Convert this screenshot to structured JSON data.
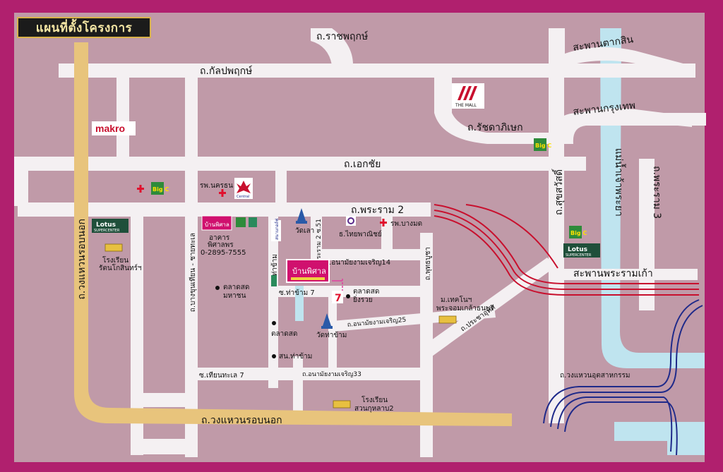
{
  "title": "แผนที่ตั้งโครงการ",
  "colors": {
    "frame": "#b0206e",
    "land": "#c09aa8",
    "road": "#f4f0f2",
    "ring_road": "#e8c47c",
    "river": "#bfe4ef",
    "rail_red": "#c8102e",
    "rail_blue": "#1f2a8a"
  },
  "roads": {
    "ratchaphruek": "ถ.ราชพฤกษ์",
    "kanlapaphruek": "ถ.กัลปพฤกษ์",
    "ratchadaphisek": "ถ.รัชดาภิเษก",
    "ekkachai": "ถ.เอกชัย",
    "rama2": "ถ.พระราม 2",
    "suksawat": "ถ.สุขสวัสดิ์",
    "rama3": "ถ.พระราม 3",
    "outer_ring_vertical": "ถ.วงแหวนรอบนอก",
    "outer_ring_horizontal": "ถ.วงแหวนรอบนอก",
    "bang_khun_thian": "ถ.บางขุนเทียน - ชายทะเล",
    "tha_kham": "ถ.ท่าข้าม",
    "phutthabucha": "ถ.พุทธบูชา",
    "pracha_uthit": "ถ.ประชาอุทิศ",
    "anamai14": "ถ.อนามัยงามเจริญ14",
    "anamai25": "ถ.อนามัยงามเจริญ25",
    "anamai33": "ถ.อนามัยงามเจริญ33",
    "soi_thakham7": "ซ.ท่าข้าม 7",
    "soi_thian7": "ซ.เทียนทะเล 7",
    "rama2_soi51": "พระราม 2 ซ.51",
    "wongwaen_utsahakam": "ถ.วงแหวนอุตสาหกรรม",
    "sanphan_taksin": "สะพานตากสิน",
    "sanphan_krungthep": "สะพานกรุงเทพ",
    "sanphan_rama_kao": "สะพานพระรามเก้า",
    "river": "แม่น้ำเจ้าพระยา"
  },
  "places": {
    "makro": "makro",
    "the_mall": "THE MALL",
    "big_c": "Big C",
    "lotus_brand": "Lotus",
    "lotus_sub": "SUPERCENTER",
    "central": "Central",
    "hosp_nakhon": "รพ.นครธน",
    "hosp_bangmod": "รพ.บางมด",
    "wat_lao": "วัดเลา",
    "wat_thakham": "วัดท่าข้าม",
    "thai_bank": "ธ.ไทยพาณิชย์",
    "market_mahachon": "ตลาดสด\nมหาชน",
    "market_yingruay": "ตลาดสด\nยิ่งรวย",
    "market": "ตลาดสด",
    "police": "สน.ท่าข้าม",
    "school_rattanakosin": "โรงเรียน\nรัตนโกสินทร์ฯ",
    "school_suankularb": "โรงเรียน\nสวนกุหลาบ2",
    "kmutt": "ม.เทคโนฯ\nพระจอมเกล้าธนบุรี",
    "building_name": "อาคาร\nพิศาลพร",
    "building_phone": "0-2895-7555",
    "project_brand": "บ้านพิศาล",
    "seven_eleven": "7",
    "sanamgolf": "สนามกอล์ฟ"
  }
}
